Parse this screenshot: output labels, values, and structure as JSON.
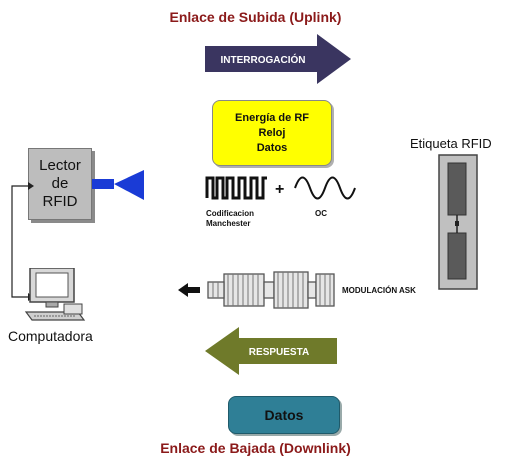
{
  "titles": {
    "uplink": "Enlace de Subida (Uplink)",
    "downlink": "Enlace de Bajada (Downlink)"
  },
  "arrows": {
    "uplink_label": "INTERROGACIÓN",
    "downlink_label": "RESPUESTA"
  },
  "reader": {
    "line1": "Lector",
    "line2": "de",
    "line3": "RFID"
  },
  "signal_box": {
    "line1": "Energía de RF",
    "line2": "Reloj",
    "line3": "Datos"
  },
  "encoding": {
    "label_line1": "Codificacion",
    "label_line2": "Manchester",
    "plus": "+",
    "carrier_label": "OC"
  },
  "modulation_label": "MODULACIÓN ASK",
  "computer_label": "Computadora",
  "tag_label": "Etiqueta RFID",
  "data_box_label": "Datos",
  "colors": {
    "title": "#8b1a1a",
    "uplink_arrow": "#3a3560",
    "downlink_arrow": "#6f7a2a",
    "signal_box": "#ffff00",
    "data_box": "#2f7f96",
    "antenna": "#1a3bd6",
    "reader_box": "#bdbdbd"
  }
}
